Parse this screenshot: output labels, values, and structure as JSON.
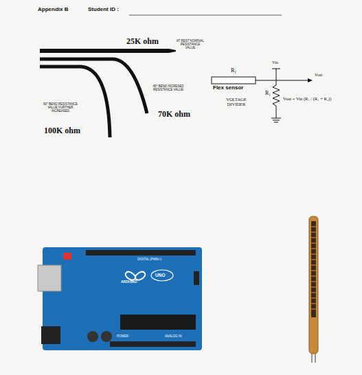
{
  "diagram": {
    "title": "Appendix B",
    "labels": [
      "Student ID :",
      "25K ohm",
      "AT REST NOMINAL RESISTANCE VALUE",
      "45° BEND INCRESED RESISTANCE VALUE",
      "70K ohm",
      "90° BEND RESISTANCE VALUE FURTHER INCREASED",
      "100K ohm",
      "R₂",
      "Flex sensor",
      "R₁",
      "VOLTAGE DIVIDER",
      "Vin",
      "Vout",
      "Vout = Vin (R₁ / (R₁ + R₂))",
      "DIGITAL (PWM~)",
      "ARDUINO",
      "UNO",
      "POWER",
      "ANALOG IN"
    ]
  }
}
